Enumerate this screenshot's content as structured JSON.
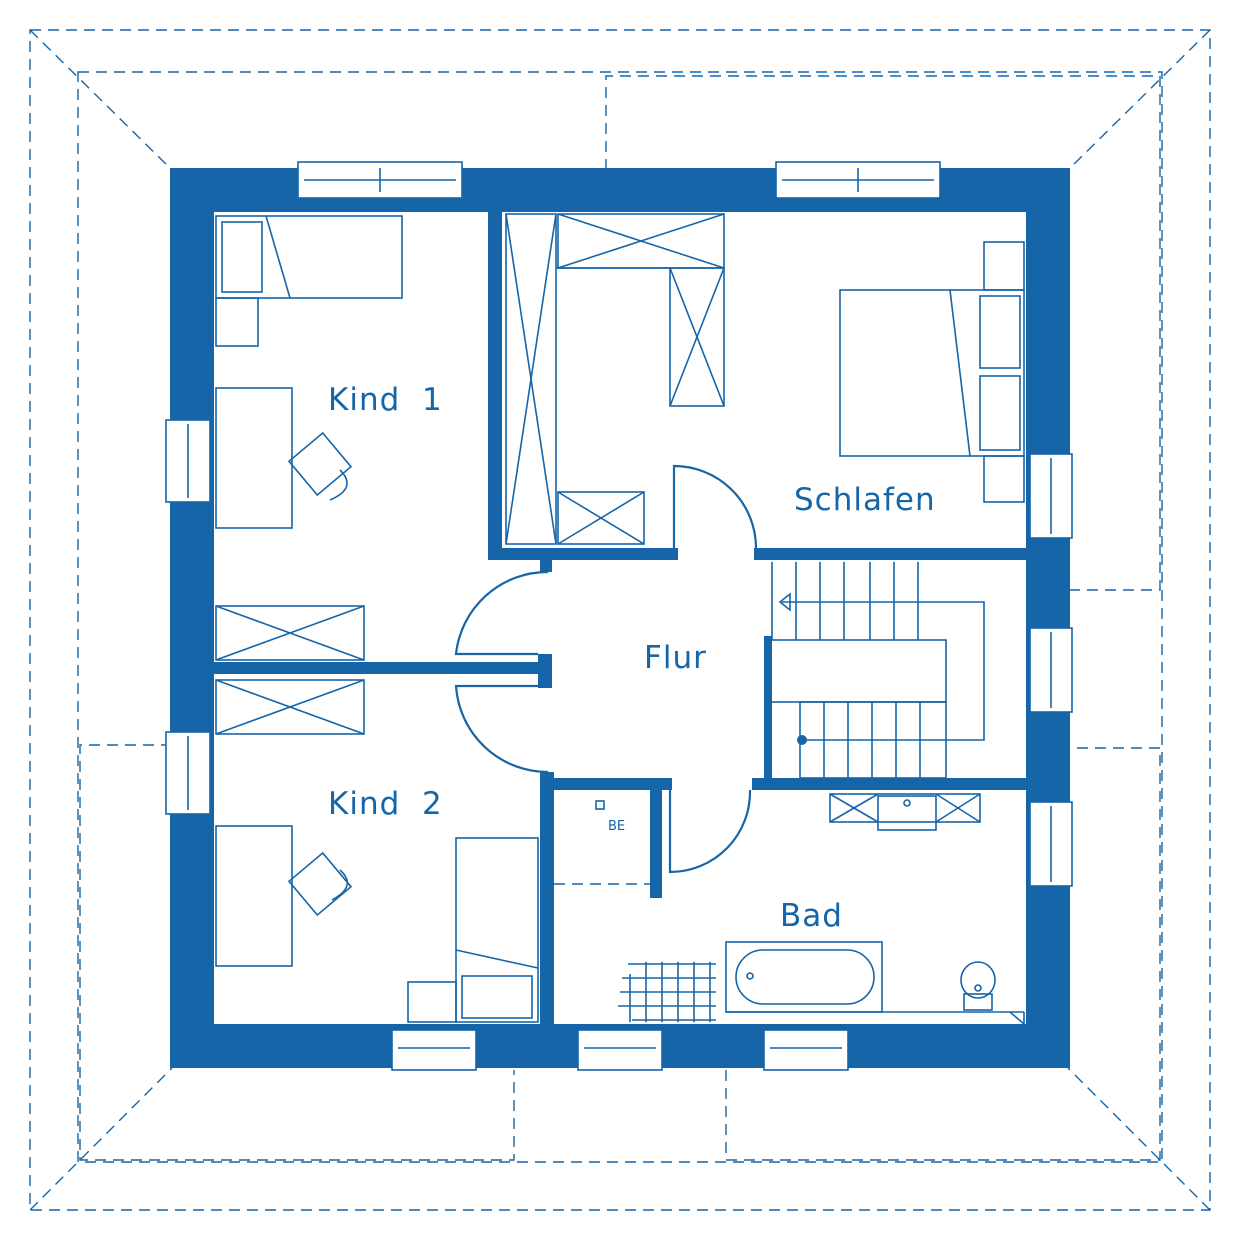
{
  "colors": {
    "plan_blue": "#1565a8",
    "background": "#ffffff"
  },
  "rooms": {
    "kind1": "Kind  1",
    "kind2": "Kind  2",
    "schlafen": "Schlafen",
    "flur": "Flur",
    "bad": "Bad"
  },
  "fixtures": {
    "be": "BE"
  }
}
